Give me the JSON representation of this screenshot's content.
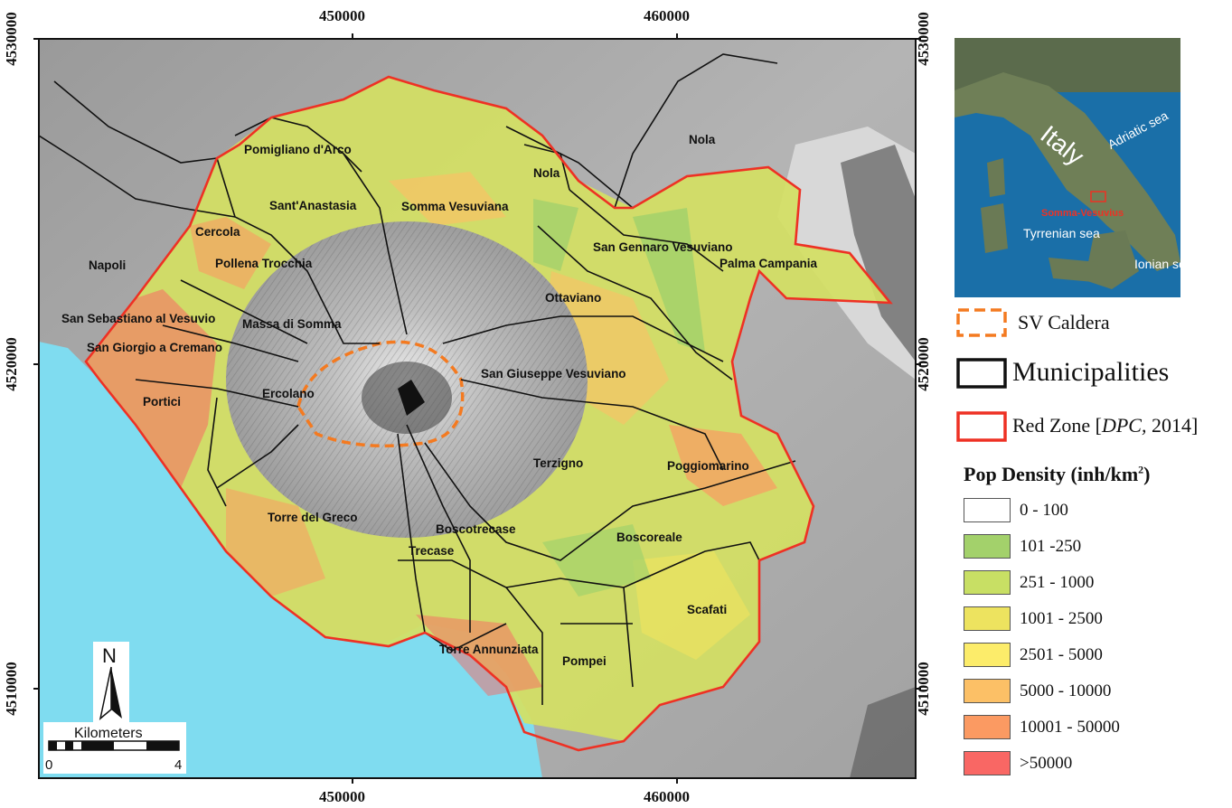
{
  "axes": {
    "x_ticks": [
      "450000",
      "460000"
    ],
    "y_ticks": [
      "4530000",
      "4520000",
      "4510000"
    ]
  },
  "towns": [
    "Pomigliano d'Arco",
    "Sant'Anastasia",
    "Somma Vesuviana",
    "Nola",
    "Nola",
    "Cercola",
    "Pollena Trocchia",
    "Napoli",
    "San Gennaro Vesuviano",
    "Palma Campania",
    "Ottaviano",
    "San Sebastiano al Vesuvio",
    "Massa di Somma",
    "San Giorgio a Cremano",
    "San Giuseppe Vesuviano",
    "Portici",
    "Ercolano",
    "Terzigno",
    "Poggiomarino",
    "Torre del Greco",
    "Boscotrecase",
    "Trecase",
    "Boscoreale",
    "Scafati",
    "Torre Annunziata",
    "Pompei"
  ],
  "inset": {
    "country": "Italy",
    "sea1": "Adriatic sea",
    "sea2": "Tyrrenian sea",
    "sea3": "Ionian sea",
    "volcano": "Somma-Vesuvius"
  },
  "scalebar": {
    "title": "Kilometers",
    "min": "0",
    "max": "4"
  },
  "north": "N",
  "legend": {
    "caldera": "SV Caldera",
    "municipalities": "Municipalities",
    "redzone_prefix": "Red Zone [",
    "redzone_italic": "DPC,",
    "redzone_suffix": " 2014]",
    "density_title": "Pop Density (inh/km",
    "density_sup": "2",
    "density_close": ")",
    "classes": [
      {
        "label": "0 - 100",
        "color": "#ffffff"
      },
      {
        "label": "101 -250",
        "color": "#a3d16b"
      },
      {
        "label": "251 - 1000",
        "color": "#c8df64"
      },
      {
        "label": "1001 - 2500",
        "color": "#ede35f"
      },
      {
        "label": "2501 - 5000",
        "color": "#fcec6a"
      },
      {
        "label": "5000 - 10000",
        "color": "#fcc066"
      },
      {
        "label": "10001 - 50000",
        "color": "#fb9a62"
      },
      {
        "label": ">50000",
        "color": "#f96764"
      }
    ]
  },
  "colors": {
    "sea": "#7fdcf0",
    "red_zone": "#ee3124",
    "caldera": "#f47a20"
  }
}
